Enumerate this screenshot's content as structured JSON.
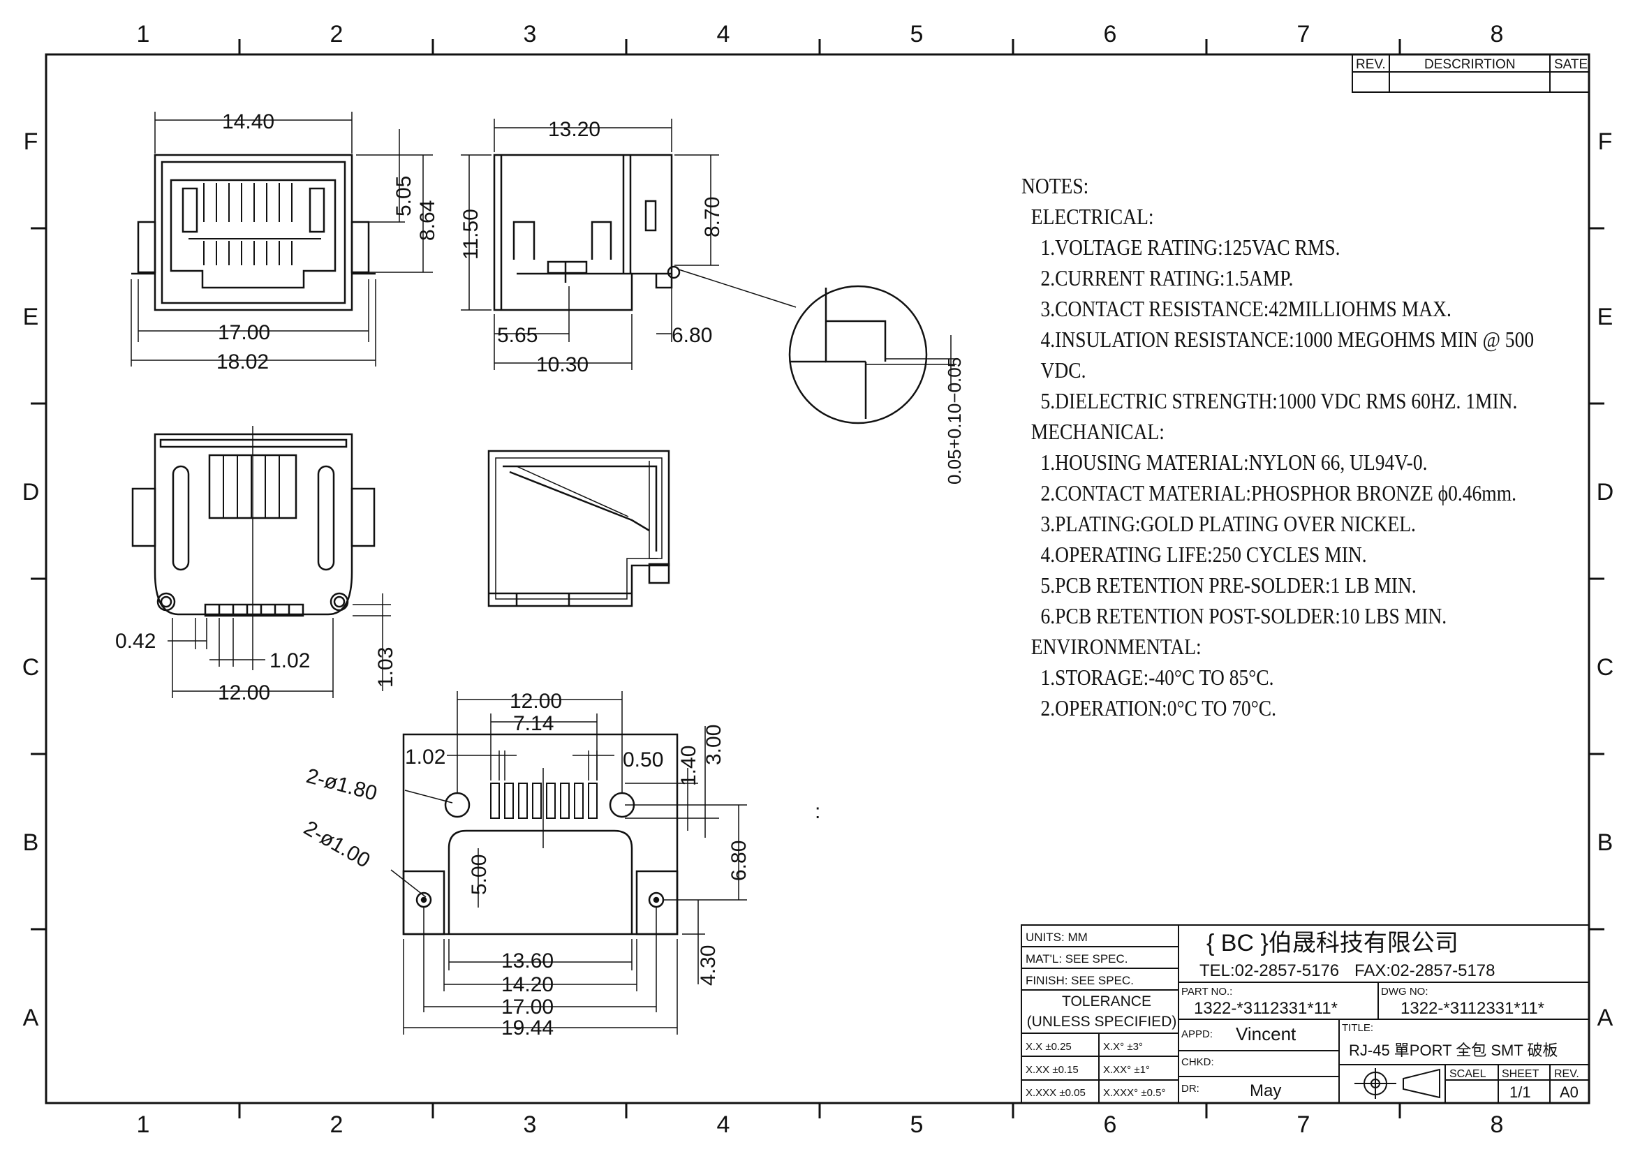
{
  "grid": {
    "cols": [
      "1",
      "2",
      "3",
      "4",
      "5",
      "6",
      "7",
      "8"
    ],
    "rows": [
      "F",
      "E",
      "D",
      "C",
      "B",
      "A"
    ]
  },
  "revision_table": {
    "rev": "REV.",
    "description": "DESCRIRTION",
    "date": "SATE"
  },
  "dimensions": {
    "top_front": {
      "width_upper": "14.40",
      "width_lower": "17.00",
      "width_total": "18.02",
      "height_a": "5.05",
      "height_b": "8.64"
    },
    "top_side": {
      "width": "13.20",
      "height_left": "11.50",
      "height_right": "8.70",
      "bottom_a": "5.65",
      "bottom_b": "6.80",
      "bottom_c": "10.30"
    },
    "detail": {
      "tolerance": "0.05+0.10−0.05"
    },
    "mid_front": {
      "pitch_a": "0.42",
      "pitch_b": "1.02",
      "width": "12.00",
      "height": "1.03"
    },
    "footprint": {
      "width_top": "12.00",
      "width_pins": "7.14",
      "pin_pitch": "1.02",
      "pin_width": "0.50",
      "hole_large": "2-ø1.80",
      "hole_small": "2-ø1.00",
      "h_a": "1.40",
      "h_b": "3.00",
      "h_c": "6.80",
      "h_d": "5.00",
      "h_e": "4.30",
      "w_a": "13.60",
      "w_b": "14.20",
      "w_c": "17.00",
      "w_d": "19.44"
    },
    "stray_mark": ":"
  },
  "notes": [
    {
      "level": 0,
      "text": "NOTES:"
    },
    {
      "level": 1,
      "text": "ELECTRICAL:"
    },
    {
      "level": 2,
      "text": "1.VOLTAGE RATING:125VAC RMS."
    },
    {
      "level": 2,
      "text": "2.CURRENT RATING:1.5AMP."
    },
    {
      "level": 2,
      "text": "3.CONTACT RESISTANCE:42MILLIOHMS MAX."
    },
    {
      "level": 2,
      "text": "4.INSULATION RESISTANCE:1000 MEGOHMS MIN @ 500 VDC."
    },
    {
      "level": 2,
      "text": "5.DIELECTRIC STRENGTH:1000 VDC RMS 60HZ. 1MIN."
    },
    {
      "level": 1,
      "text": "MECHANICAL:"
    },
    {
      "level": 2,
      "text": "1.HOUSING MATERIAL:NYLON 66, UL94V-0."
    },
    {
      "level": 2,
      "text": "2.CONTACT MATERIAL:PHOSPHOR BRONZE ϕ0.46mm."
    },
    {
      "level": 2,
      "text": "3.PLATING:GOLD PLATING OVER NICKEL."
    },
    {
      "level": 2,
      "text": "4.OPERATING LIFE:250 CYCLES MIN."
    },
    {
      "level": 2,
      "text": "5.PCB RETENTION PRE-SOLDER:1 LB MIN."
    },
    {
      "level": 2,
      "text": "6.PCB RETENTION POST-SOLDER:10 LBS MIN."
    },
    {
      "level": 1,
      "text": "ENVIRONMENTAL:"
    },
    {
      "level": 2,
      "text": "1.STORAGE:-40°C TO 85°C."
    },
    {
      "level": 2,
      "text": "2.OPERATION:0°C TO 70°C."
    }
  ],
  "title_block": {
    "units": "UNITS: MM",
    "material": "MAT'L: SEE SPEC.",
    "finish": "FINISH: SEE SPEC.",
    "tolerance_title": "TOLERANCE",
    "tolerance_sub": "(UNLESS SPECIFIED)",
    "tol_rows": [
      {
        "a": "X.X   ±0.25",
        "b": "X.X°   ±3°"
      },
      {
        "a": "X.XX   ±0.15",
        "b": "X.XX°  ±1°"
      },
      {
        "a": "X.XXX ±0.05",
        "b": "X.XXX° ±0.5°"
      }
    ],
    "company": "{ BC }伯晟科技有限公司",
    "tel": "TEL:02-2857-5176",
    "fax": "FAX:02-2857-5178",
    "part_no_label": "PART NO.:",
    "part_no": "1322-*3112331*11*",
    "dwg_no_label": "DWG NO:",
    "dwg_no": "1322-*3112331*11*",
    "appd_label": "APPD:",
    "appd": "Vincent",
    "chkd_label": "CHKD:",
    "chkd": "",
    "dr_label": "DR:",
    "dr": "May",
    "title_label": "TITLE:",
    "title": "RJ-45 單PORT 全包 SMT 破板",
    "scale_label": "SCAEL",
    "sheet_label": "SHEET",
    "rev_label": "REV.",
    "sheet": "1/1",
    "rev": "A0"
  }
}
